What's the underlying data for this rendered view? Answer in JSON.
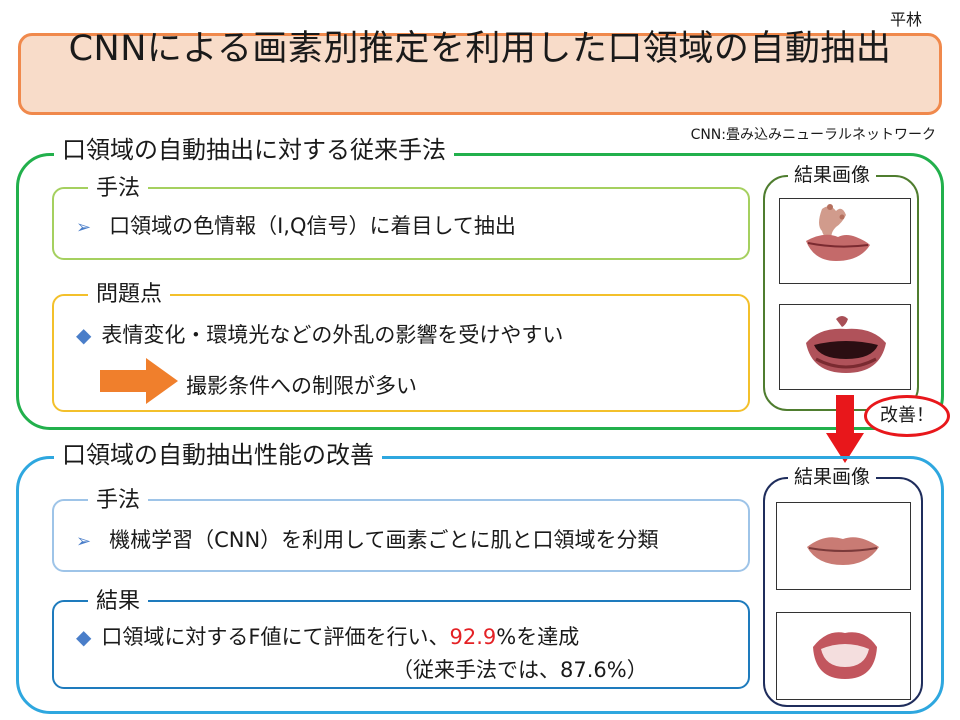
{
  "author": "平林",
  "title": "CNNによる画素別推定を利用した口領域の自動抽出",
  "note": "CNN:畳み込みニューラルネットワーク",
  "section1": {
    "title": "口領域の自動抽出に対する従来手法",
    "method_label": "手法",
    "method_text": "口領域の色情報（I,Q信号）に着目して抽出",
    "problem_label": "問題点",
    "problem_text": "表情変化・環境光などの外乱の影響を受けやすい",
    "consequence_text": "撮影条件への制限が多い",
    "results_label": "結果画像"
  },
  "improvement_badge": "改善！",
  "section2": {
    "title": "口領域の自動抽出性能の改善",
    "method_label": "手法",
    "method_text": "機械学習（CNN）を利用して画素ごとに肌と口領域を分類",
    "result_label": "結果",
    "result_text_before": "口領域に対するF値にて評価を行い、",
    "result_value": "92.9",
    "result_text_after": "%を達成",
    "comparison_text": "（従来手法では、87.6%）",
    "results_label": "結果画像"
  },
  "colors": {
    "title_border": "#f0894c",
    "title_fill": "#f8dcc9",
    "section1_border": "#22b04c",
    "section2_border": "#2ea7df",
    "arrow_orange": "#f07f2c",
    "arrow_red": "#e8171b",
    "highlight_red": "#e42125"
  }
}
